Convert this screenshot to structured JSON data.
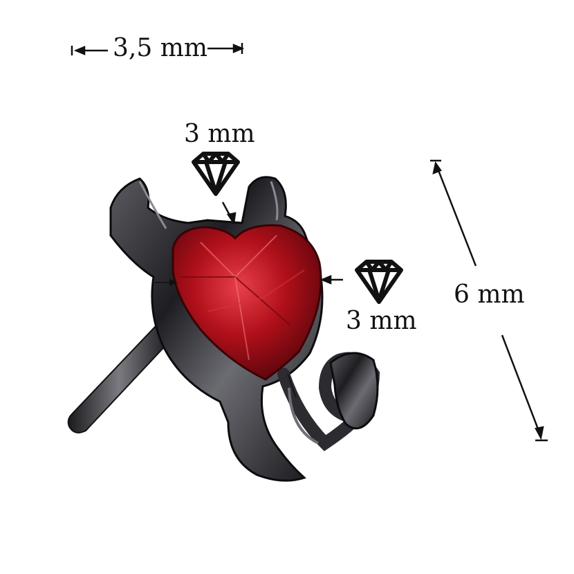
{
  "dimensions": {
    "width_label": "3,5 mm",
    "stone_top_label": "3 mm",
    "stone_side_label": "3 mm",
    "height_label": "6 mm"
  },
  "icons": {
    "stone_top": "diamond-icon",
    "stone_side": "diamond-icon"
  },
  "colors": {
    "metal": "#2a2a2e",
    "gem": "#b0101a",
    "gem_highlight": "#e8404a",
    "annotation": "#111111",
    "background": "#ffffff"
  }
}
